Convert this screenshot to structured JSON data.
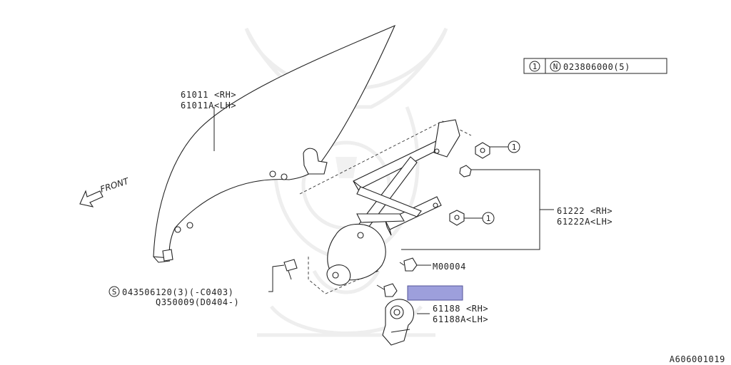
{
  "diagram": {
    "note": {
      "ref_num": "1",
      "symbol": "N",
      "code": "023806000(5)"
    },
    "front_label": "FRONT",
    "parts": {
      "glass_rh": "61011 <RH>",
      "glass_lh": "61011A<LH>",
      "regulator_rh": "61222 <RH>",
      "regulator_lh": "61222A<LH>",
      "motor_rh": "61188 <RH>",
      "motor_lh": "61188A<LH>",
      "bolt_m": "M00004",
      "bolt_s_symbol": "S",
      "bolt_s1": "043506120(3)(-C0403)",
      "bolt_s2": "Q350009(D0404-)"
    },
    "callouts": [
      "1",
      "1"
    ],
    "highlight_color": "#9d9fdc",
    "diagram_id": "A606001019"
  }
}
